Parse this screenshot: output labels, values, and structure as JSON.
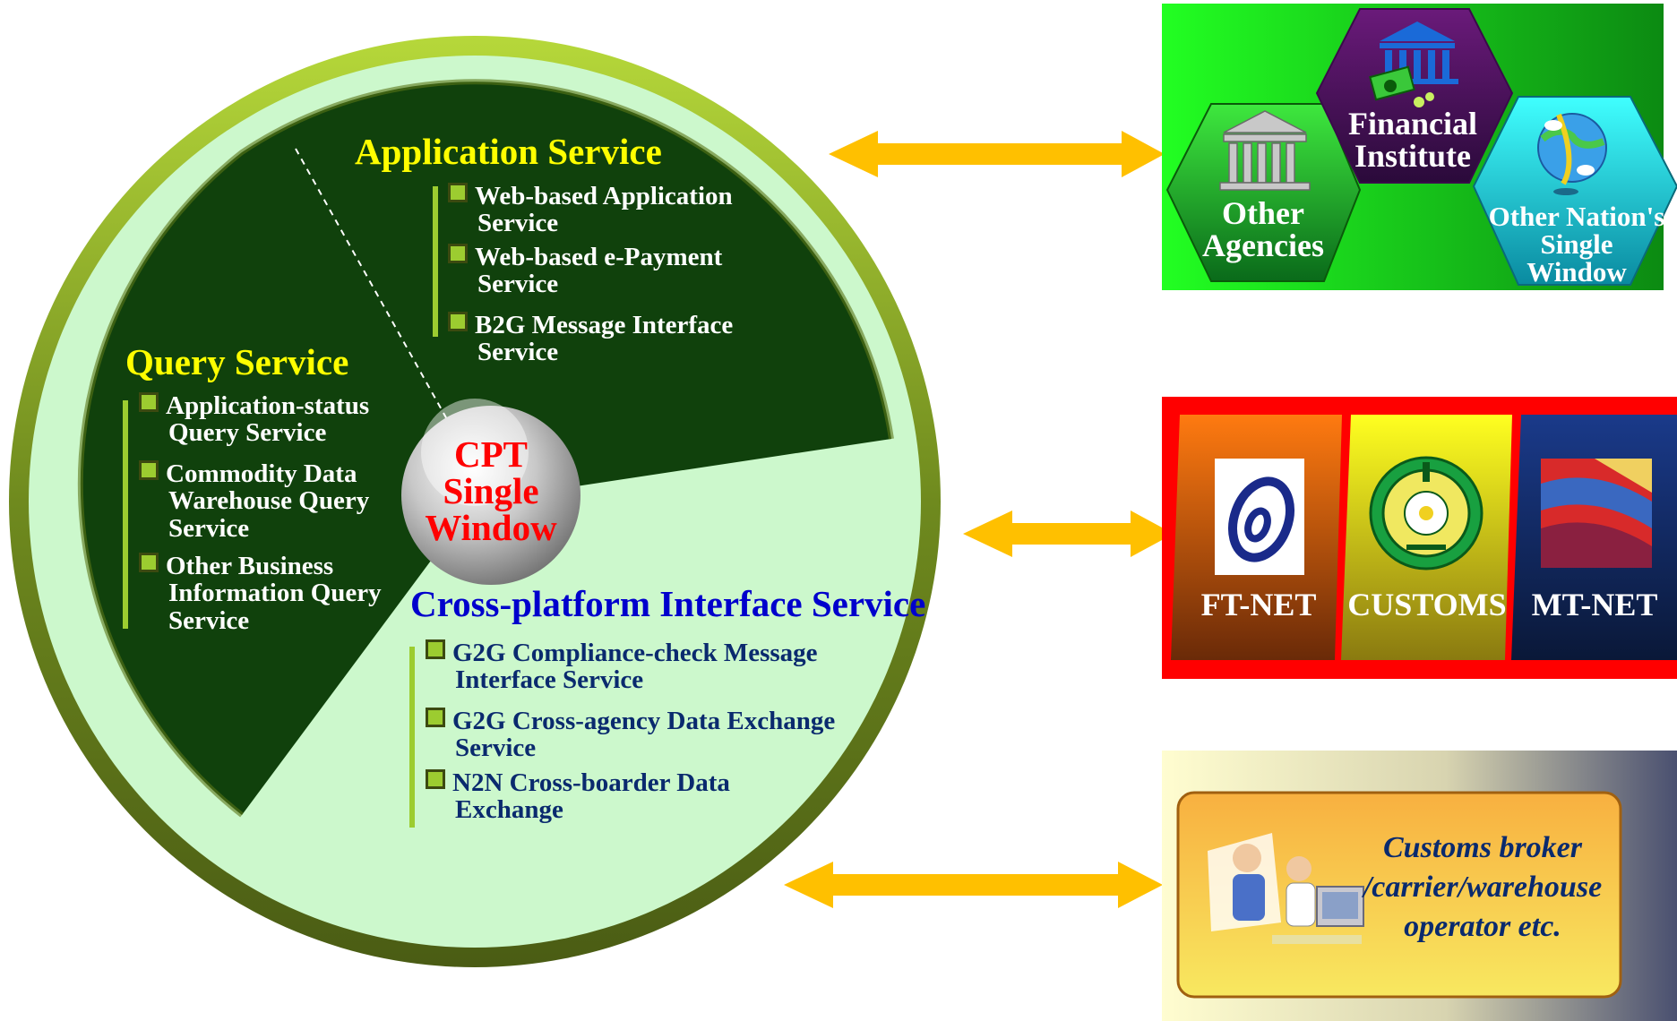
{
  "center": {
    "line1": "CPT",
    "line2": "Single",
    "line3": "Window"
  },
  "application": {
    "title": "Application Service",
    "items": [
      {
        "l1": "Web-based Application",
        "l2": "Service"
      },
      {
        "l1": "Web-based e-Payment",
        "l2": "Service"
      },
      {
        "l1": "B2G Message Interface",
        "l2": "Service"
      }
    ]
  },
  "query": {
    "title": "Query Service",
    "items": [
      {
        "l1": "Application-status",
        "l2": "Query Service"
      },
      {
        "l1": "Commodity Data",
        "l2": "Warehouse Query",
        "l3": "Service"
      },
      {
        "l1": "Other Business",
        "l2": "Information Query",
        "l3": "Service"
      }
    ]
  },
  "cross": {
    "title": "Cross-platform Interface Service",
    "items": [
      {
        "l1": "G2G Compliance-check Message",
        "l2": "Interface Service"
      },
      {
        "l1": "G2G Cross-agency Data Exchange",
        "l2": "Service"
      },
      {
        "l1": "N2N Cross-boarder Data",
        "l2": "Exchange"
      }
    ]
  },
  "top_box": {
    "other_agencies": {
      "l1": "Other",
      "l2": "Agencies"
    },
    "financial": {
      "l1": "Financial",
      "l2": "Institute"
    },
    "other_nation": {
      "l1": "Other Nation's",
      "l2": "Single",
      "l3": "Window"
    }
  },
  "middle_box": {
    "ftnet": "FT-NET",
    "customs": "CUSTOMS",
    "mtnet": "MT-NET"
  },
  "bottom_box": {
    "l1": "Customs broker",
    "l2": "/carrier/warehouse",
    "l3": "operator etc."
  },
  "colors": {
    "ring": "#8aa82a",
    "dark_green": "#10410c",
    "light_green": "#ccf8cc",
    "arrow": "#ffc000",
    "yellow_text": "#ffff00",
    "blue_text": "#0000cc",
    "red_text": "#ff0000"
  }
}
